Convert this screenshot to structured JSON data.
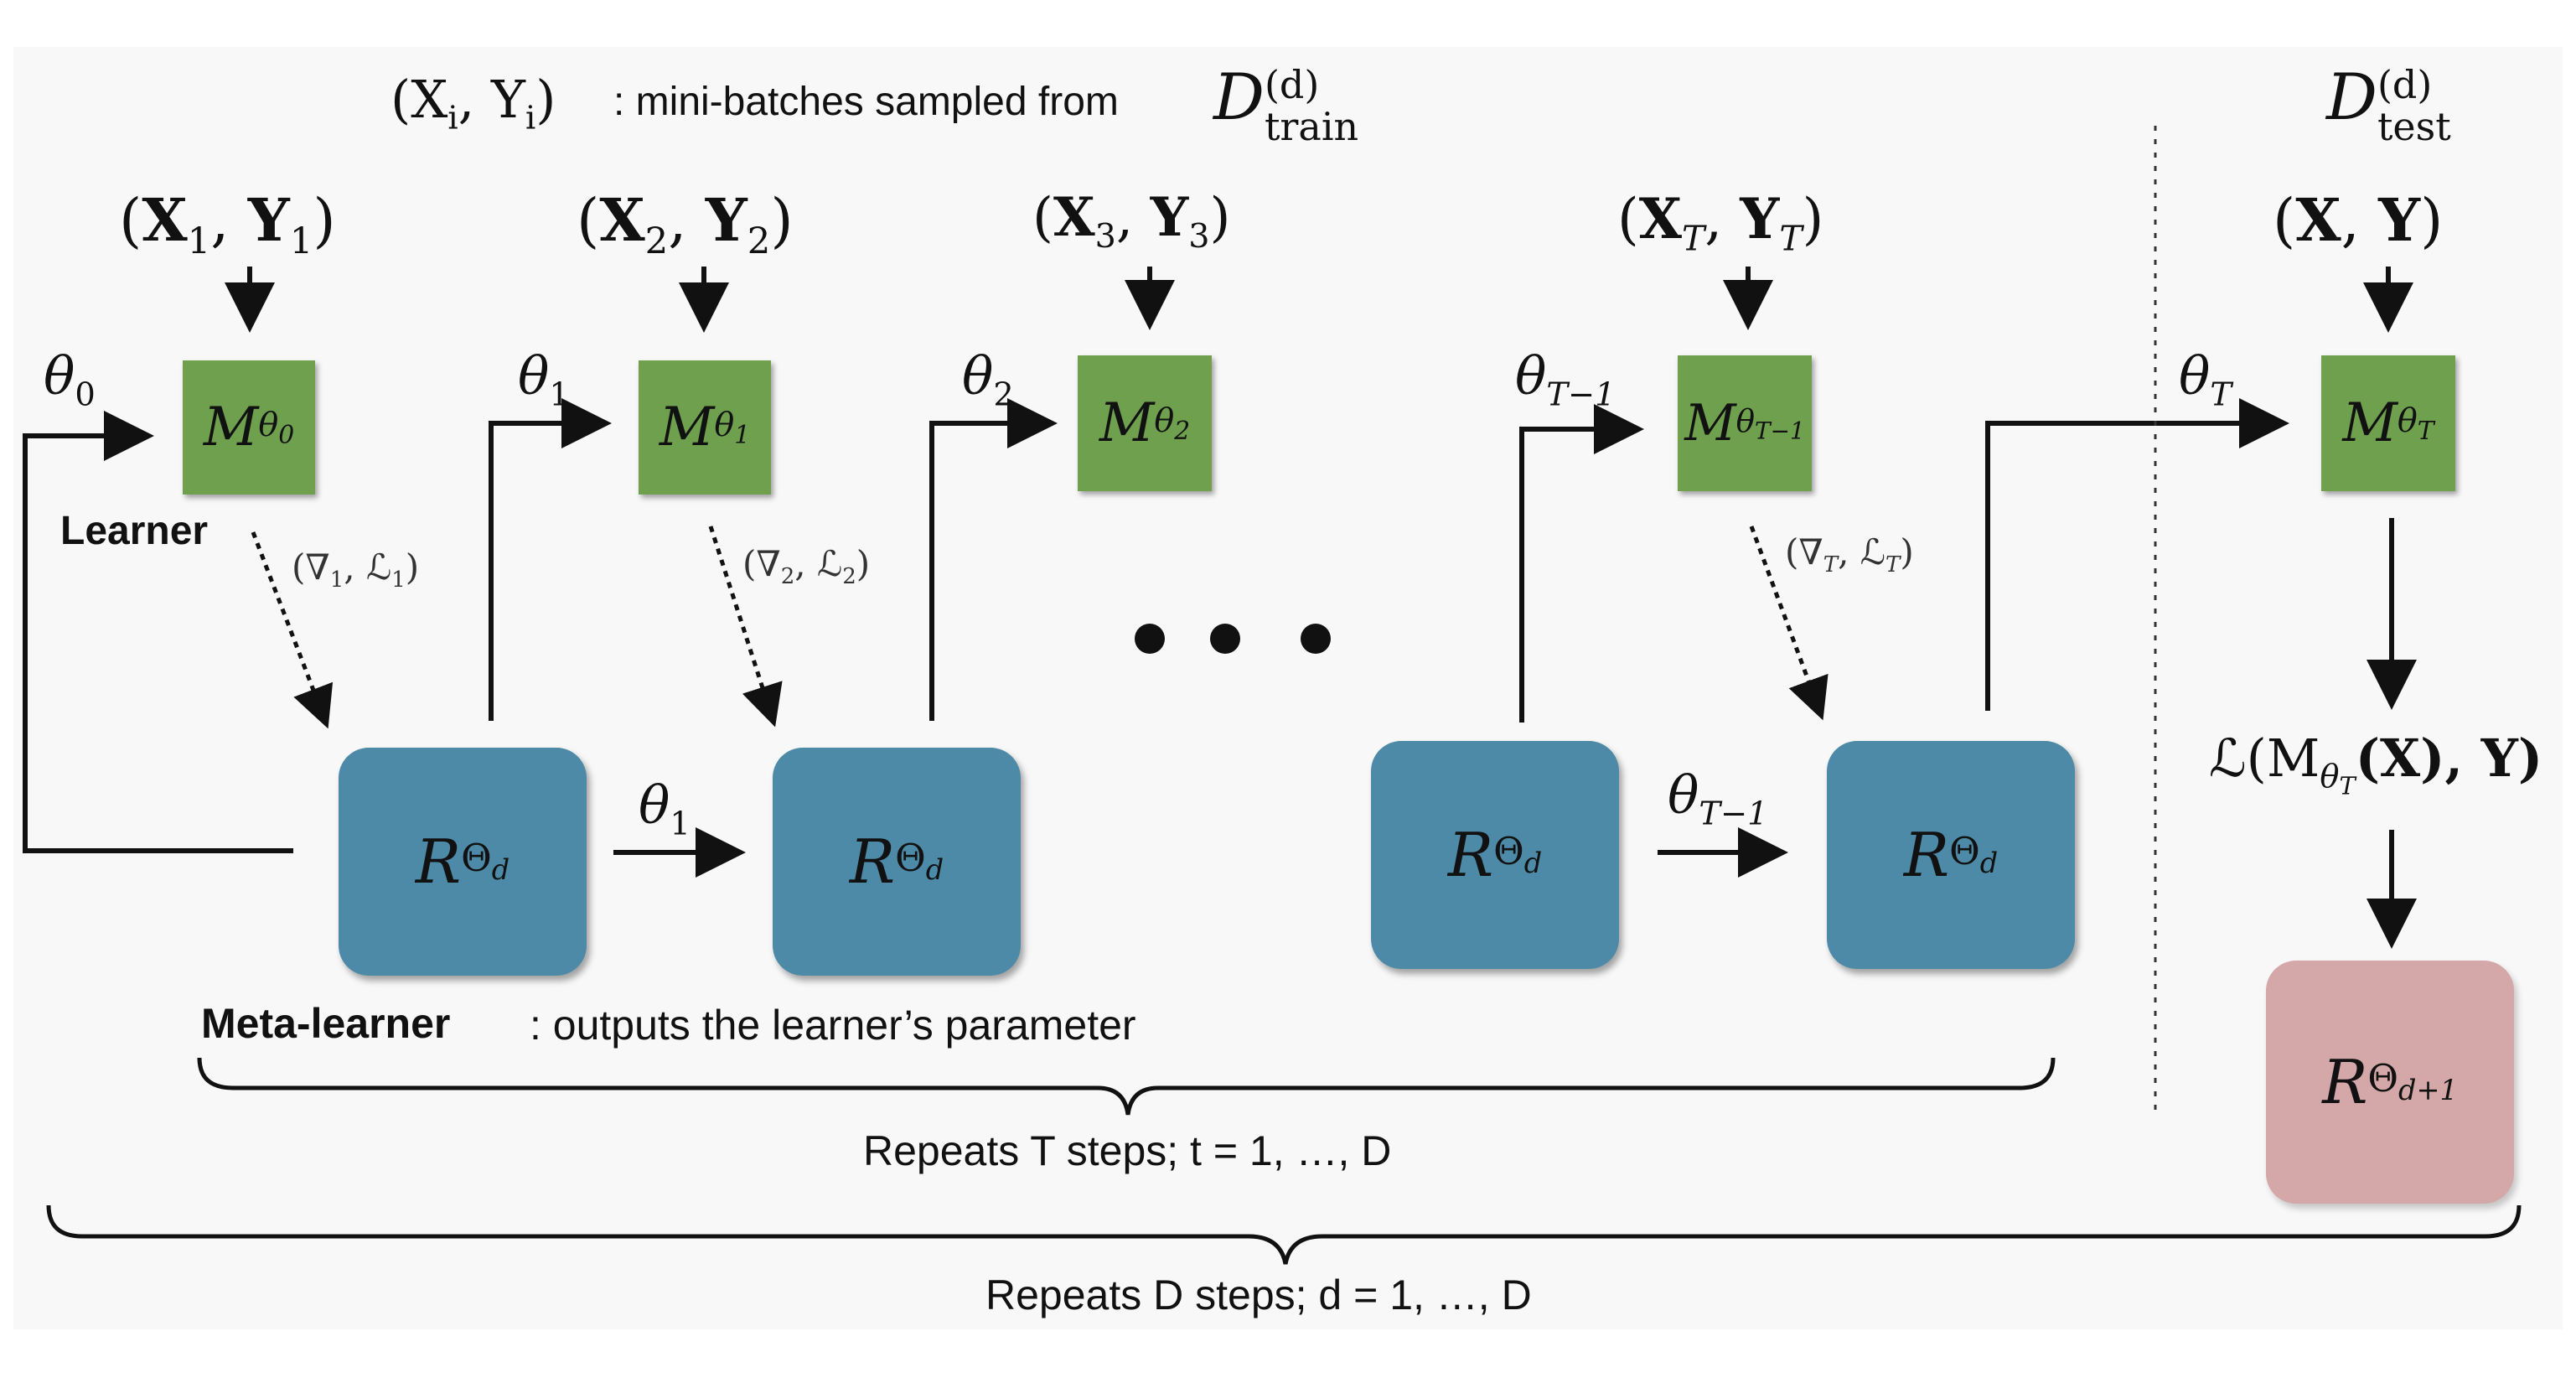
{
  "header": {
    "pair_prefix": "(X",
    "pair_sub": "i",
    "pair_mid": ", Y",
    "pair_sub2": "i",
    "pair_suffix": ")",
    "description": ": mini-batches sampled from",
    "dataset_main": "D",
    "dataset_sup": "(d)",
    "dataset_sub": "train"
  },
  "test_header": {
    "main": "D",
    "sup": "(d)",
    "sub": "test"
  },
  "inputs": [
    {
      "x": "X",
      "y": "Y",
      "sub": "1"
    },
    {
      "x": "X",
      "y": "Y",
      "sub": "2"
    },
    {
      "x": "X",
      "y": "Y",
      "sub": "3"
    },
    {
      "x": "X",
      "y": "Y",
      "sub": "T"
    },
    {
      "x": "X",
      "y": "Y",
      "sub": ""
    }
  ],
  "learner_boxes": [
    {
      "main": "M",
      "sub": "θ",
      "subsub": "0"
    },
    {
      "main": "M",
      "sub": "θ",
      "subsub": "1"
    },
    {
      "main": "M",
      "sub": "θ",
      "subsub": "2"
    },
    {
      "main": "M",
      "sub": "θ",
      "subsub": "T−1"
    },
    {
      "main": "M",
      "sub": "θ",
      "subsub": "T"
    }
  ],
  "thetas": [
    {
      "main": "θ",
      "sub": "0"
    },
    {
      "main": "θ",
      "sub": "1"
    },
    {
      "main": "θ",
      "sub": "2"
    },
    {
      "main": "θ",
      "sub": "T−1"
    },
    {
      "main": "θ",
      "sub": "T"
    },
    {
      "main": "θ",
      "sub": "1"
    },
    {
      "main": "θ",
      "sub": "T−1"
    }
  ],
  "gradients": [
    {
      "text": "(∇",
      "sub": "1",
      "mid": ", ℒ",
      "sub2": "1",
      "end": ")"
    },
    {
      "text": "(∇",
      "sub": "2",
      "mid": ", ℒ",
      "sub2": "2",
      "end": ")"
    },
    {
      "text": "(∇",
      "sub": "T",
      "mid": ", ℒ",
      "sub2": "T",
      "end": ")"
    }
  ],
  "learner_label": "Learner",
  "meta_boxes": [
    {
      "main": "R",
      "sub": "Θ",
      "subsub": "d"
    },
    {
      "main": "R",
      "sub": "Θ",
      "subsub": "d"
    },
    {
      "main": "R",
      "sub": "Θ",
      "subsub": "d"
    },
    {
      "main": "R",
      "sub": "Θ",
      "subsub": "d"
    }
  ],
  "ellipsis": "• • •",
  "meta_label": "Meta-learner",
  "meta_description": ": outputs the learner’s parameter",
  "loss": {
    "prefix": "ℒ(M",
    "sub": "θ",
    "subsub": "T",
    "suffix": "(X), Y)"
  },
  "next_box": {
    "main": "R",
    "sub": "Θ",
    "subsub": "d+1"
  },
  "repeat_inner": "Repeats T steps; t = 1, …, D",
  "repeat_outer": "Repeats D steps; d = 1, …, D"
}
